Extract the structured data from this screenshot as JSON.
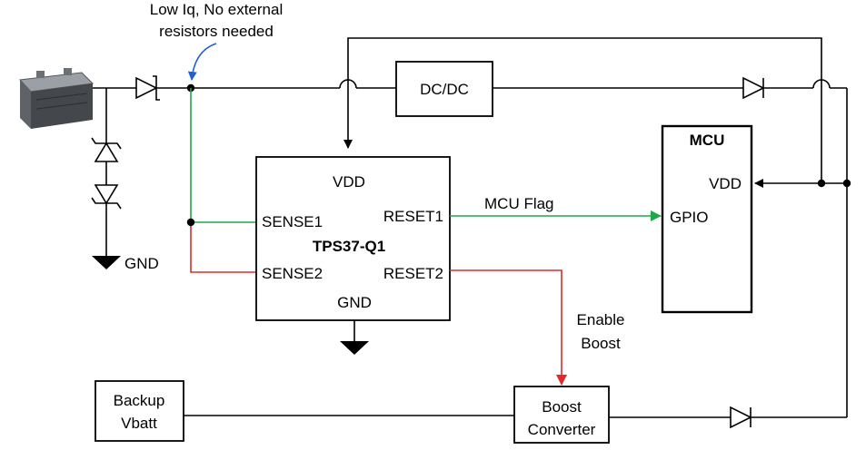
{
  "annotation": {
    "line1": "Low Iq, No external",
    "line2": "resistors needed"
  },
  "blocks": {
    "dcdc": "DC/DC",
    "mcu": {
      "title": "MCU",
      "vdd": "VDD",
      "gpio": "GPIO"
    },
    "tps": {
      "name": "TPS37-Q1",
      "vdd": "VDD",
      "sense1": "SENSE1",
      "sense2": "SENSE2",
      "reset1": "RESET1",
      "reset2": "RESET2",
      "gnd": "GND"
    },
    "backup": {
      "line1": "Backup",
      "line2": "Vbatt"
    },
    "boost": {
      "line1": "Boost",
      "line2": "Converter"
    }
  },
  "signals": {
    "mcu_flag": "MCU Flag",
    "enable_line1": "Enable",
    "enable_line2": "Boost"
  },
  "ground_label": "GND",
  "colors": {
    "sense1_wire": "#1ea84a",
    "sense2_wire": "#e02b2b",
    "annotation_arrow": "#1f5fd6",
    "wire": "#000000"
  }
}
